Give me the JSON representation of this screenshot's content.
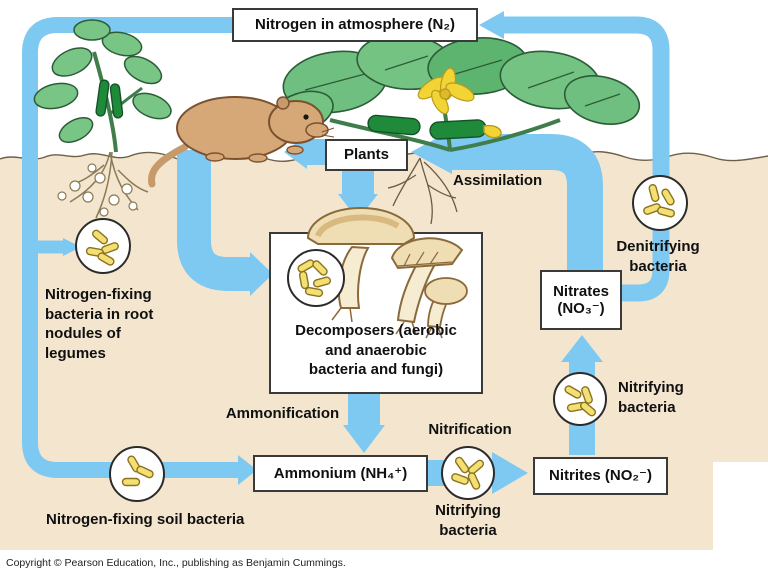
{
  "diagram_title": "Nitrogen cycle",
  "colors": {
    "pipe_blue": "#7ec9f1",
    "soil_tan": "#f4e6ce",
    "bacteria_yellow": "#f3df72",
    "leaf_green": "#74c383",
    "pod_green": "#1f8a3a",
    "flower_yellow": "#f2d435",
    "rat_brown": "#d7a877",
    "mushroom_cream": "#efddb4"
  },
  "nodes": {
    "atmosphere": {
      "label": "Nitrogen in atmosphere (N₂)"
    },
    "plants": {
      "label": "Plants"
    },
    "nitrates": {
      "lines": [
        "Nitrates",
        "(NO₃⁻)"
      ]
    },
    "nitrites": {
      "label": "Nitrites (NO₂⁻)"
    },
    "ammonium": {
      "label": "Ammonium (NH₄⁺)"
    },
    "decomposers": {
      "lines": [
        "Decomposers (aerobic",
        "and anaerobic",
        "bacteria and fungi)"
      ]
    }
  },
  "processes": {
    "assimilation": "Assimilation",
    "ammonification": "Ammonification",
    "nitrification": "Nitrification"
  },
  "organisms": {
    "denitrifying": {
      "lines": [
        "Denitrifying",
        "bacteria"
      ]
    },
    "nitrifying_upper": {
      "lines": [
        "Nitrifying",
        "bacteria"
      ]
    },
    "nitrifying_lower": {
      "lines": [
        "Nitrifying",
        "bacteria"
      ]
    },
    "nfix_root": {
      "lines": [
        "Nitrogen-fixing",
        "bacteria in root",
        "nodules of",
        "legumes"
      ]
    },
    "nfix_soil": {
      "label": "Nitrogen-fixing soil bacteria"
    }
  },
  "footer": {
    "copyright": "Copyright © Pearson Education, Inc., publishing as Benjamin Cummings."
  }
}
